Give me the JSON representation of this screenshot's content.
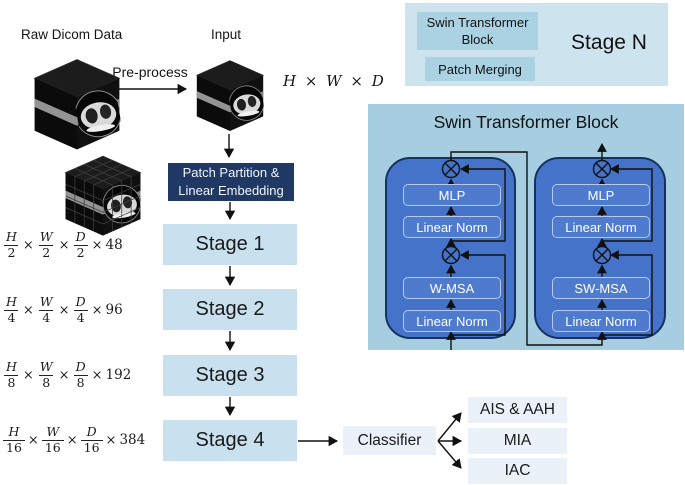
{
  "diagram": {
    "raw_label": "Raw Dicom Data",
    "input_label": "Input",
    "preprocess_label": "Pre-process",
    "input_dims": "H × W × D",
    "times": "×",
    "patch_embed": {
      "line1": "Patch Partition &",
      "line2": "Linear Embedding"
    },
    "stages": [
      {
        "label": "Stage 1",
        "dims": {
          "f1n": "H",
          "f1d": "2",
          "f2n": "W",
          "f2d": "2",
          "f3n": "D",
          "f3d": "2",
          "mult": "48"
        }
      },
      {
        "label": "Stage 2",
        "dims": {
          "f1n": "H",
          "f1d": "4",
          "f2n": "W",
          "f2d": "4",
          "f3n": "D",
          "f3d": "4",
          "mult": "96"
        }
      },
      {
        "label": "Stage 3",
        "dims": {
          "f1n": "H",
          "f1d": "8",
          "f2n": "W",
          "f2d": "8",
          "f3n": "D",
          "f3d": "8",
          "mult": "192"
        }
      },
      {
        "label": "Stage 4",
        "dims": {
          "f1n": "H",
          "f1d": "16",
          "f2n": "W",
          "f2d": "16",
          "f3n": "D",
          "f3d": "16",
          "mult": "384"
        }
      }
    ],
    "stage_n": {
      "block": "Swin Transformer Block",
      "merging": "Patch Merging",
      "title": "Stage N"
    },
    "swin_panel": {
      "title": "Swin Transformer Block",
      "left_block": {
        "mlp": "MLP",
        "norm_top": "Linear Norm",
        "msa": "W-MSA",
        "norm_bottom": "Linear Norm"
      },
      "right_block": {
        "mlp": "MLP",
        "norm_top": "Linear Norm",
        "msa": "SW-MSA",
        "norm_bottom": "Linear Norm"
      }
    },
    "classifier_label": "Classifier",
    "outputs": [
      "AIS & AAH",
      "MIA",
      "IAC"
    ]
  },
  "icons": {
    "residual_op": "circled-times-icon",
    "ct_volume": "ct-volume-cube",
    "arrows": "flow-arrow"
  },
  "colors": {
    "panel_bg": "#a6cde0",
    "block_blue": "#4573c9",
    "block_border": "#17325f",
    "inner_box_blue": "#4e7bce",
    "stage_box": "#c9e0ef",
    "stage_n_outer": "#cde3ee",
    "stage_n_inner": "#abd2e2",
    "navy_box": "#1f3864",
    "classifier_box": "#eaf1f8",
    "arrow": "#111111"
  }
}
